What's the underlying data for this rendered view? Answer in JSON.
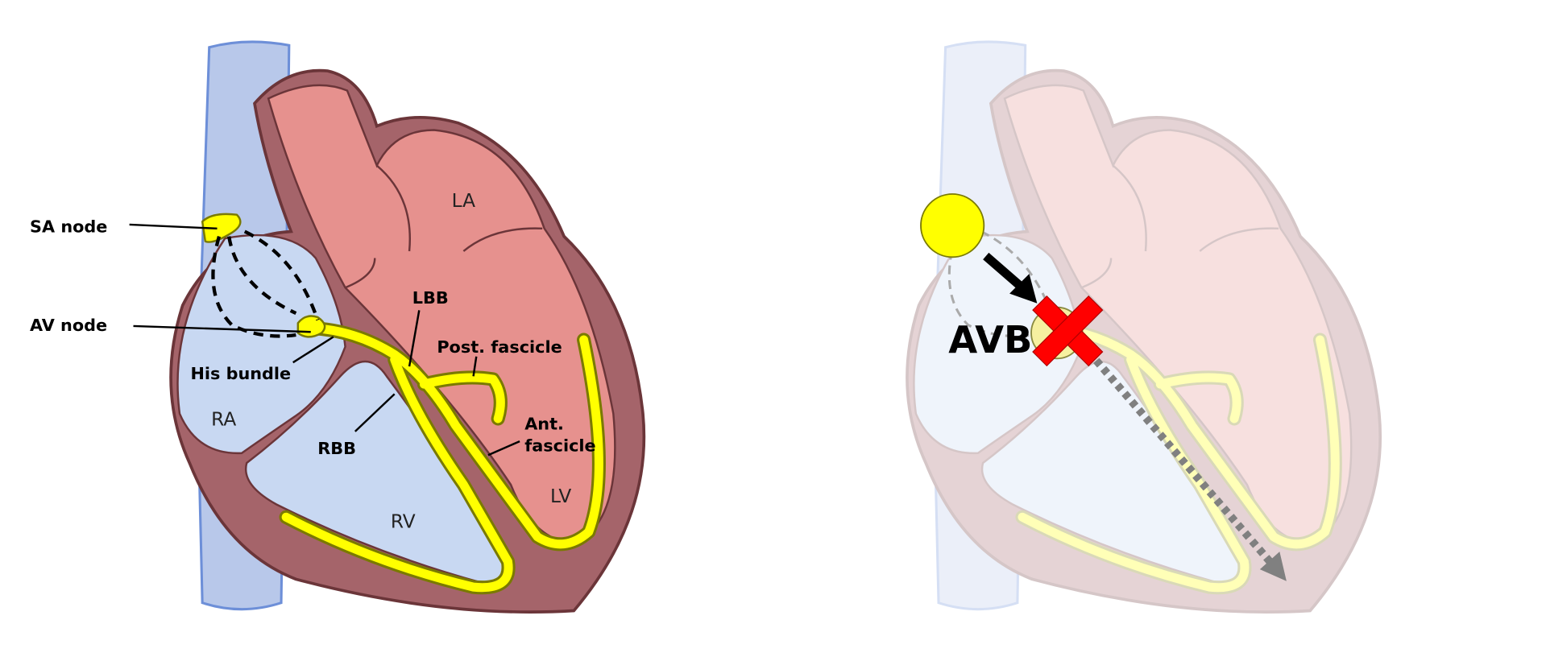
{
  "left_panel": {
    "chambers": {
      "la": "LA",
      "ra": "RA",
      "rv": "RV",
      "lv": "LV"
    },
    "labels": {
      "sa_node": "SA node",
      "av_node": "AV node",
      "his_bundle": "His bundle",
      "lbb": "LBB",
      "rbb": "RBB",
      "post_fascicle": "Post. fascicle",
      "ant_fascicle_1": "Ant.",
      "ant_fascicle_2": "fascicle"
    }
  },
  "right_panel": {
    "label": "AVB"
  },
  "colors": {
    "vein": "#b8c8ea",
    "wall": "#a5646a",
    "left_heart": "#e6918e",
    "right_heart": "#c8d8f2",
    "conduction": "#ffff00",
    "block": "#ff0000"
  }
}
